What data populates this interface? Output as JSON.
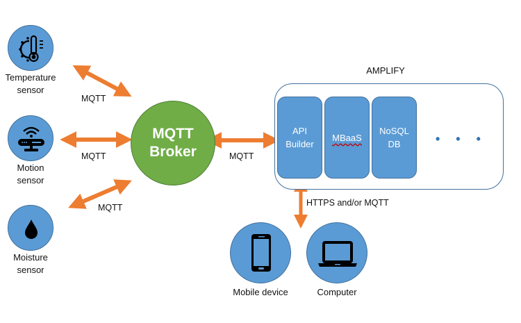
{
  "diagram": {
    "title_amplify": "AMPLIFY",
    "sensors": [
      {
        "label_line1": "Temperature",
        "label_line2": "sensor",
        "icon": "thermometer-sun-icon"
      },
      {
        "label_line1": "Motion",
        "label_line2": "sensor",
        "icon": "wifi-router-icon"
      },
      {
        "label_line1": "Moisture",
        "label_line2": "sensor",
        "icon": "water-drop-icon"
      }
    ],
    "broker": {
      "line1": "MQTT",
      "line2": "Broker"
    },
    "connections": {
      "temperature_to_broker": "MQTT",
      "motion_to_broker": "MQTT",
      "moisture_to_broker": "MQTT",
      "broker_to_amplify": "MQTT",
      "amplify_to_clients": "HTTPS and/or MQTT"
    },
    "amplify_services": [
      {
        "line1": "API",
        "line2": "Builder"
      },
      {
        "line1": "MBaaS",
        "line2": ""
      },
      {
        "line1": "NoSQL",
        "line2": "DB"
      }
    ],
    "more_indicator": "• • •",
    "clients": [
      {
        "label": "Mobile device",
        "icon": "smartphone-icon"
      },
      {
        "label": "Computer",
        "icon": "laptop-icon"
      }
    ],
    "colors": {
      "arrow": "#ed7d31",
      "node_blue": "#5b9bd5",
      "broker_green": "#70ad47",
      "outline": "#41719c"
    }
  }
}
